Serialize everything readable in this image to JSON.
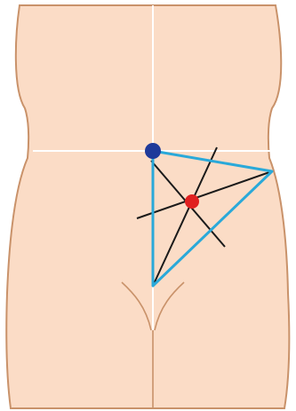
{
  "figure": {
    "colors": {
      "background": "#ffffff",
      "skin": "#fbdcc6",
      "outline": "#c9926a",
      "midline": "#ffffff",
      "triangle": "#2aa9d9",
      "lines": "#1a1a1a",
      "umbilicus_marker": "#1f3a9a",
      "intersection_point": "#e02020"
    },
    "markers": [
      {
        "name": "umbilicus-marker",
        "color_key": "umbilicus_marker"
      },
      {
        "name": "intersection-point",
        "color_key": "intersection_point"
      }
    ]
  }
}
